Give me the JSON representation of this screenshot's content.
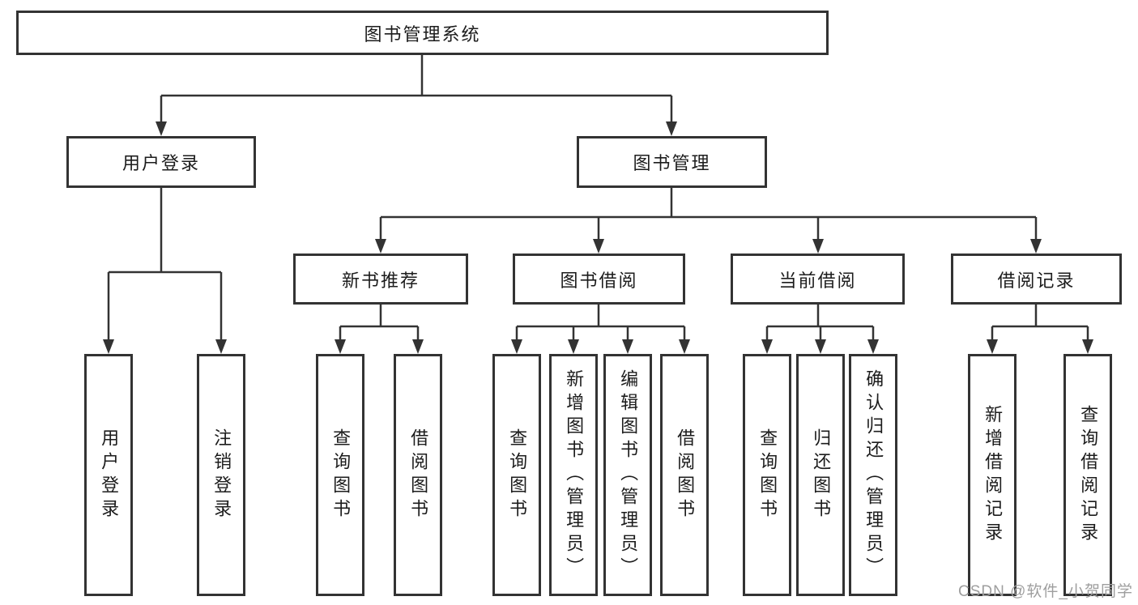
{
  "tree": {
    "label": "图书管理系统",
    "children": [
      {
        "label": "用户登录",
        "children": [
          {
            "label": "用户登录"
          },
          {
            "label": "注销登录"
          }
        ]
      },
      {
        "label": "图书管理",
        "children": [
          {
            "label": "新书推荐",
            "children": [
              {
                "label": "查询图书"
              },
              {
                "label": "借阅图书"
              }
            ]
          },
          {
            "label": "图书借阅",
            "children": [
              {
                "label": "查询图书"
              },
              {
                "label": "新增图书（管理员）"
              },
              {
                "label": "编辑图书（管理员）"
              },
              {
                "label": "借阅图书"
              }
            ]
          },
          {
            "label": "当前借阅",
            "children": [
              {
                "label": "查询图书"
              },
              {
                "label": "归还图书"
              },
              {
                "label": "确认归还（管理员）"
              }
            ]
          },
          {
            "label": "借阅记录",
            "children": [
              {
                "label": "新增借阅记录"
              },
              {
                "label": "查询借阅记录"
              }
            ]
          }
        ]
      }
    ]
  },
  "watermark": "CSDN @软件_小贺同学",
  "colors": {
    "line": "#333333",
    "text": "#1c1c1c",
    "background": "#ffffff",
    "watermark": "#9e9e9e"
  }
}
